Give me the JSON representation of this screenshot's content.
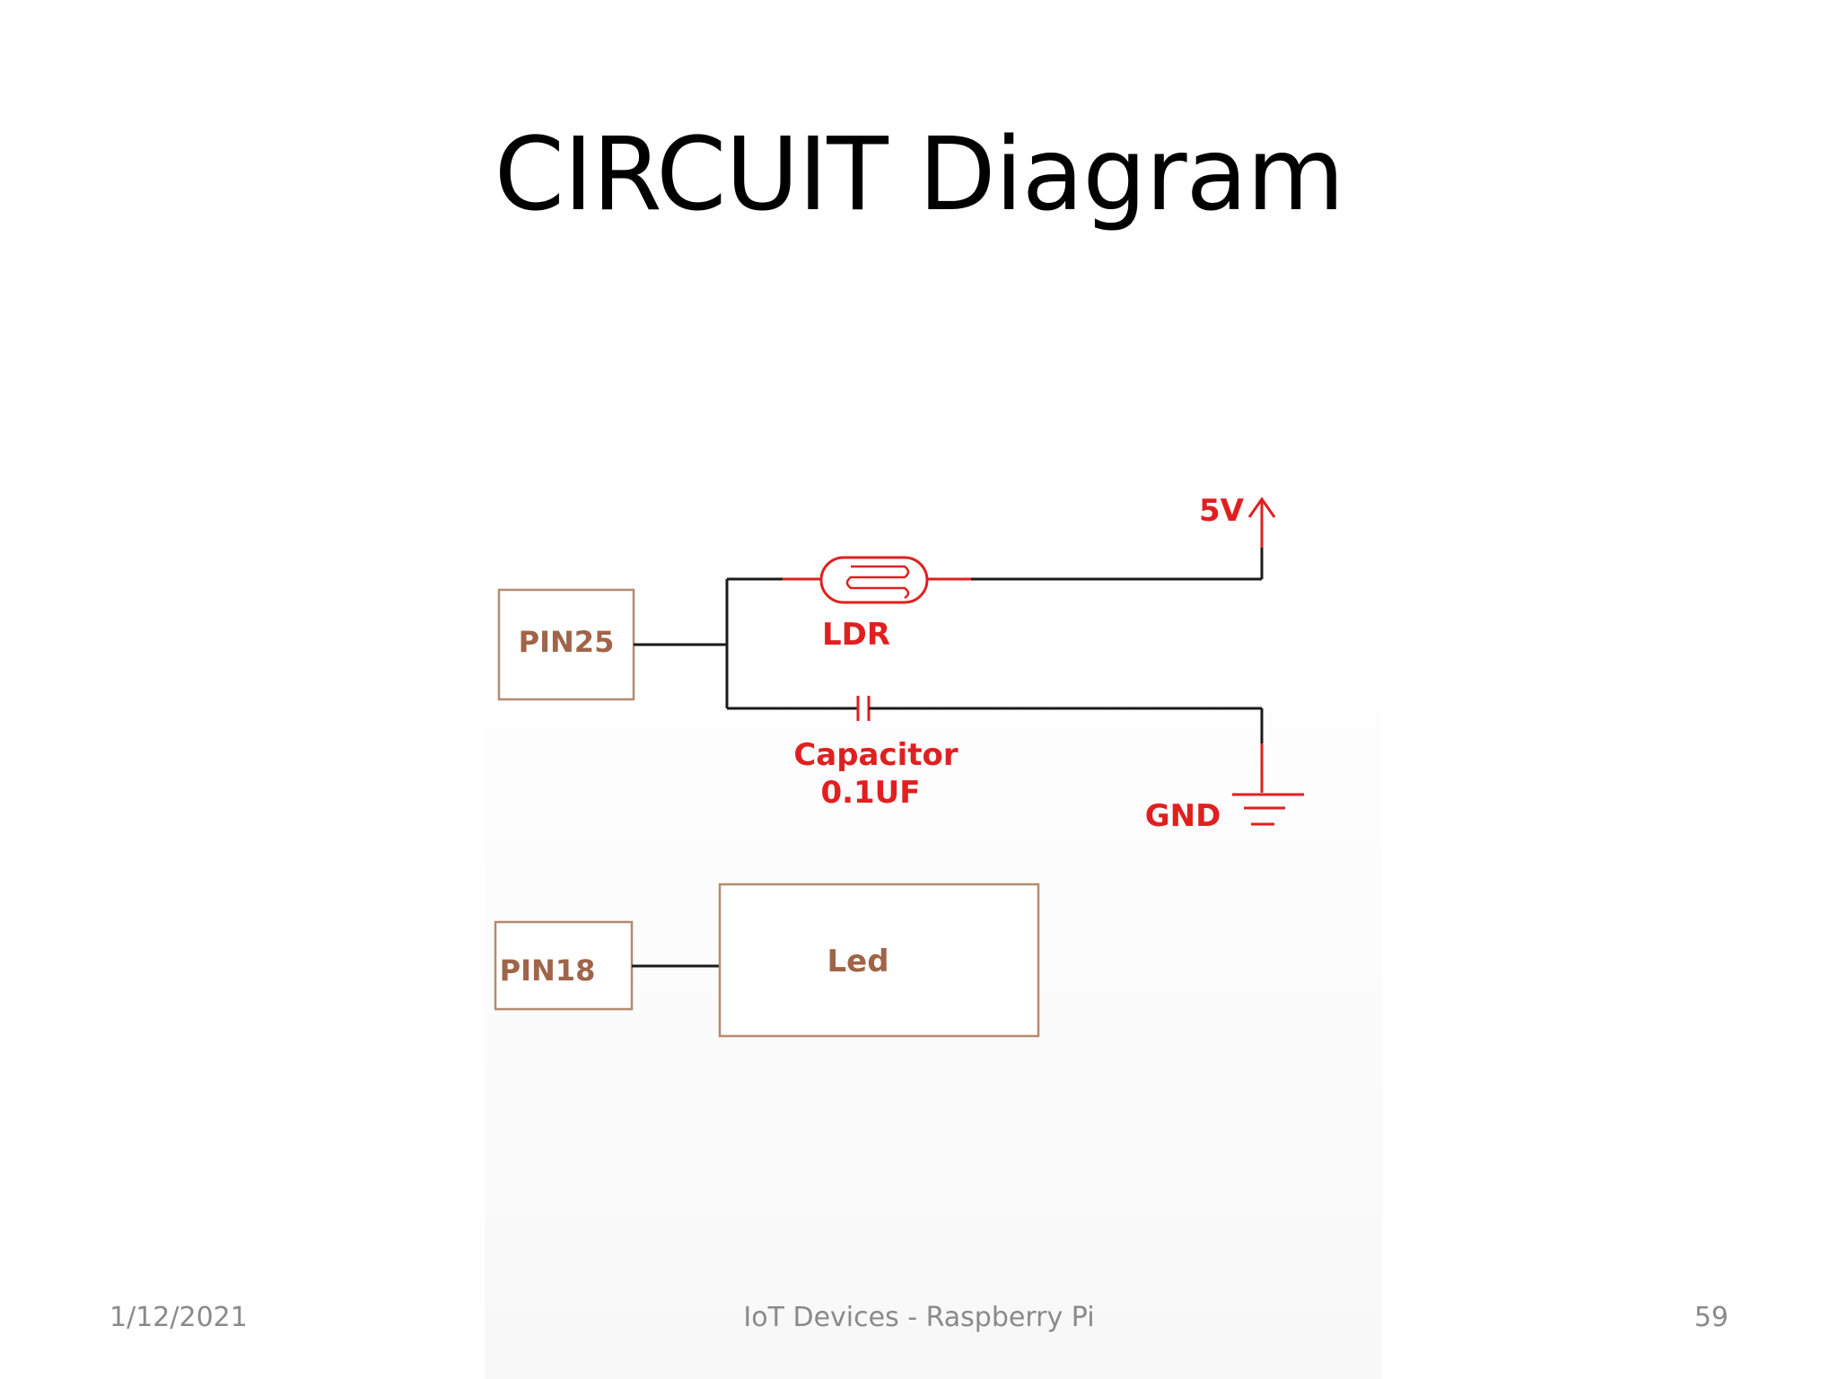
{
  "slide": {
    "title": "CIRCUIT Diagram"
  },
  "circuit": {
    "pins": {
      "pin25": "PIN25",
      "pin18": "PIN18"
    },
    "components": {
      "ldr": "LDR",
      "capacitor_line1": "Capacitor",
      "capacitor_line2": "0.1UF",
      "led": "Led"
    },
    "supply": {
      "vcc": "5V",
      "ground": "GND"
    },
    "colors": {
      "wire": "#1a1a1a",
      "component": "#e02020",
      "box_border": "#b58a6e",
      "pin_text": "#a06448"
    }
  },
  "footer": {
    "date": "1/12/2021",
    "title": "IoT Devices - Raspberry Pi",
    "page": "59"
  }
}
